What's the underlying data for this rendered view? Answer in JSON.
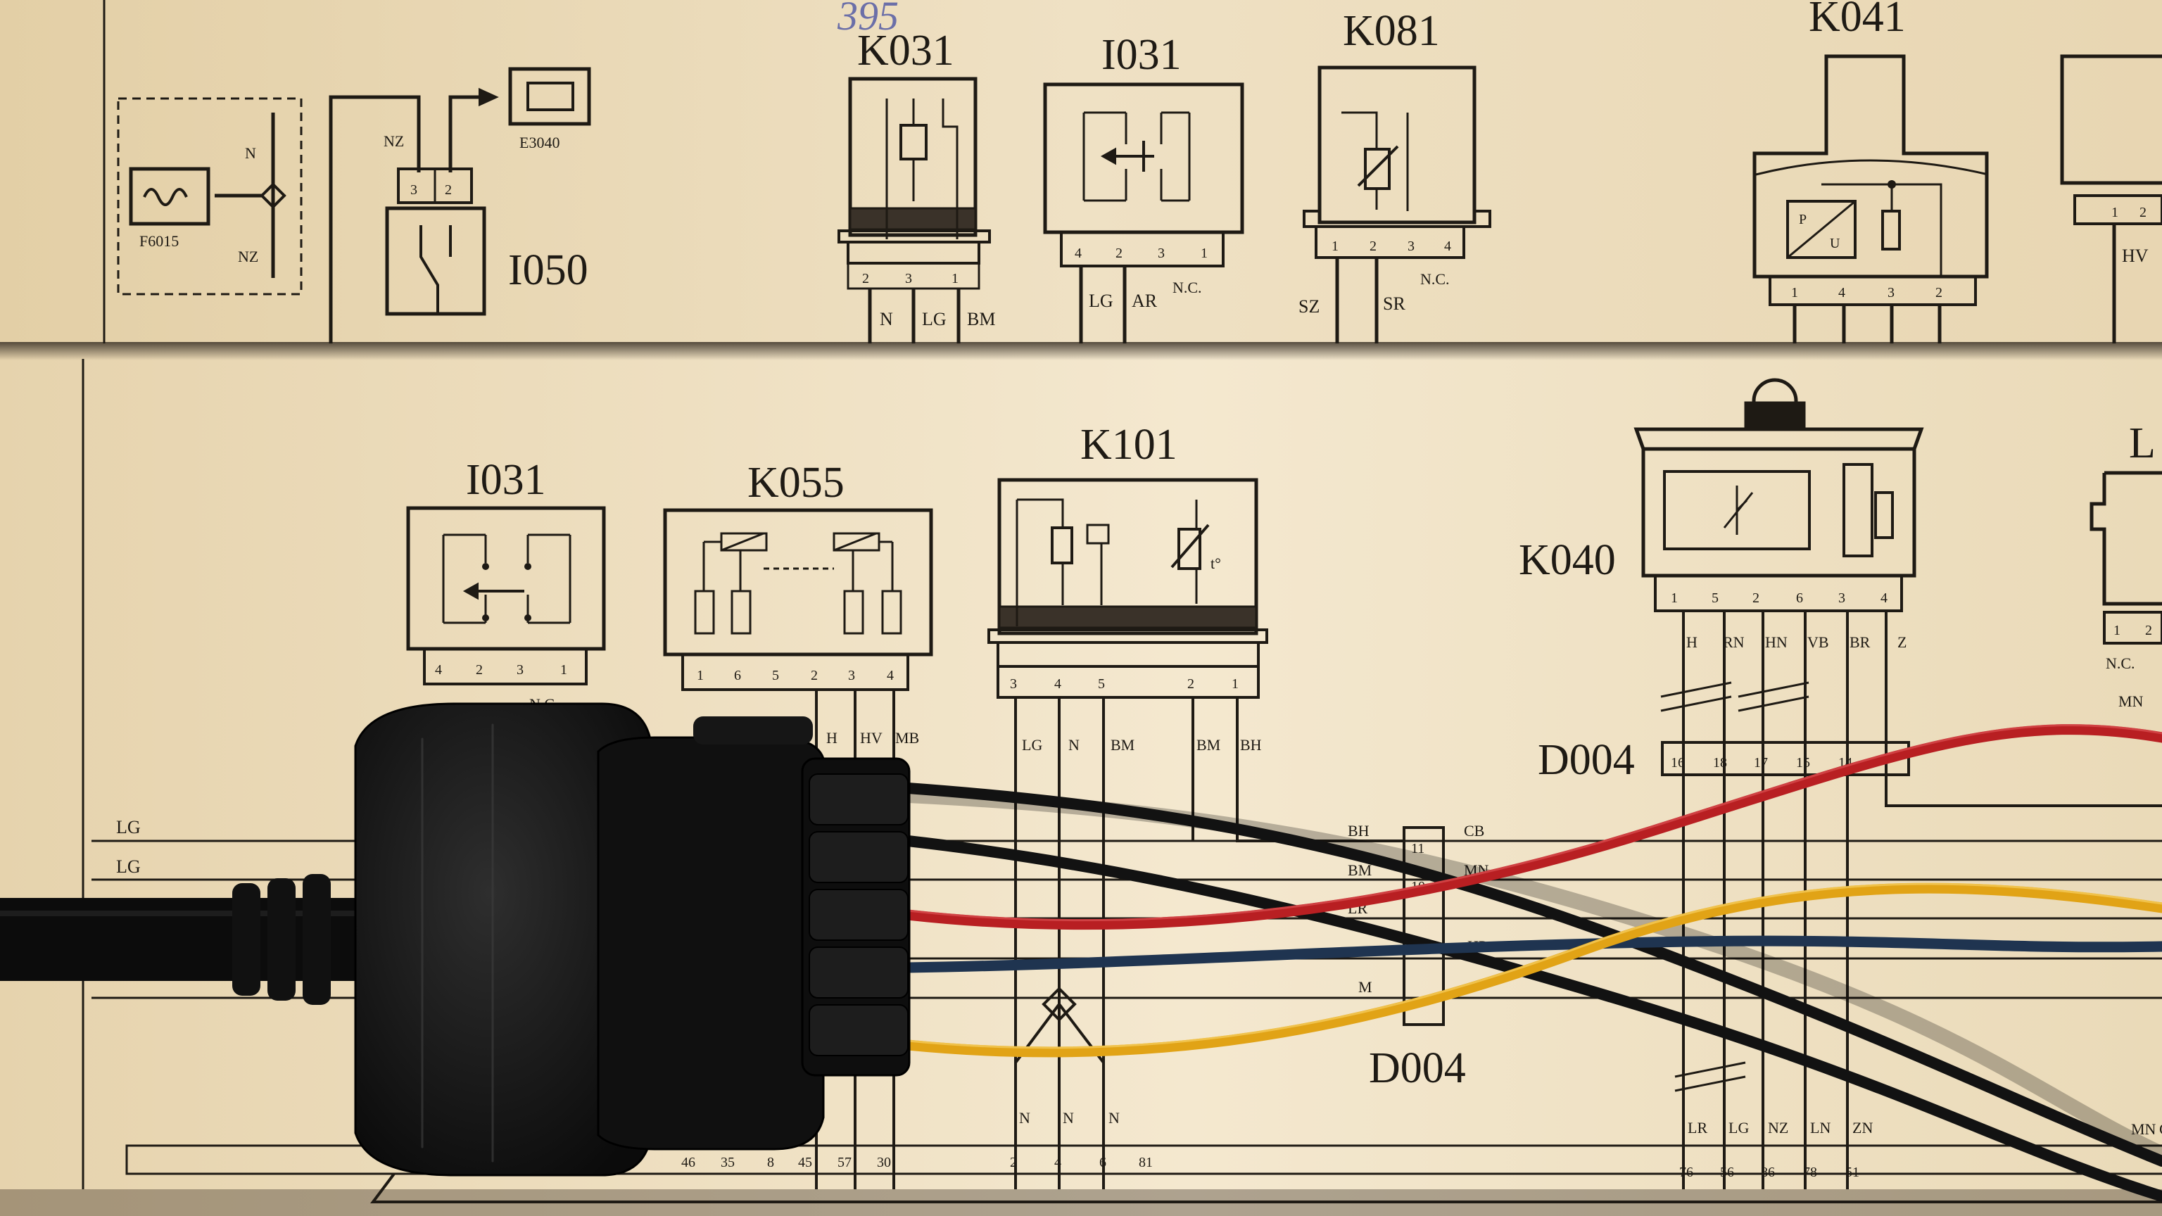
{
  "top_sheet": {
    "handwritten": "395",
    "components": [
      {
        "id": "K031",
        "label": "K031",
        "pins": [
          "2",
          "3",
          "1"
        ],
        "wires": [
          "N",
          "LG",
          "BM"
        ]
      },
      {
        "id": "I031_top",
        "label": "I031",
        "pins": [
          "4",
          "2",
          "3",
          "1"
        ],
        "wires": [
          "LG",
          "AR"
        ],
        "note": "N.C."
      },
      {
        "id": "K081",
        "label": "K081",
        "pins": [
          "1",
          "2",
          "3",
          "4"
        ],
        "wires": [
          "SZ",
          "SR"
        ],
        "note": "N.C."
      },
      {
        "id": "K041",
        "label": "K041",
        "pins": [
          "1",
          "4",
          "3",
          "2"
        ],
        "sensor_letters": [
          "P",
          "U"
        ]
      },
      {
        "id": "I050",
        "label": "I050",
        "pins": [
          "3",
          "2"
        ],
        "wire": "NZ"
      },
      {
        "id": "F6015",
        "label": "F6015",
        "wires": [
          "N",
          "NZ"
        ]
      },
      {
        "id": "E3040",
        "label": "E3040"
      }
    ],
    "edge_fragment": {
      "pins": [
        "1",
        "2"
      ],
      "wire": "HV"
    }
  },
  "bottom_sheet": {
    "components": [
      {
        "id": "I031_bottom",
        "label": "I031",
        "pins": [
          "4",
          "2",
          "3",
          "1"
        ],
        "note": "N.C."
      },
      {
        "id": "K055",
        "label": "K055",
        "pins": [
          "1",
          "6",
          "5",
          "2",
          "3",
          "4"
        ],
        "wires": [
          "H",
          "HV",
          "MB"
        ]
      },
      {
        "id": "K101",
        "label": "K101",
        "pins": [
          "3",
          "4",
          "5",
          "2",
          "1"
        ],
        "wires": [
          "LG",
          "N",
          "BM",
          "BM",
          "BH"
        ],
        "temp_mark": "t°"
      },
      {
        "id": "K040",
        "label": "K040",
        "pins": [
          "1",
          "5",
          "2",
          "6",
          "3",
          "4"
        ],
        "wires": [
          "H",
          "RN",
          "HN",
          "VB",
          "BR",
          "Z"
        ]
      }
    ],
    "d004_upper": {
      "label": "D004",
      "pins": [
        "16",
        "18",
        "17",
        "15",
        "14"
      ]
    },
    "d004_lower": {
      "label": "D004",
      "pins": [
        "11",
        "10"
      ],
      "left_wires": [
        "BH",
        "BM",
        "LR",
        "M"
      ],
      "right_wires": [
        "CB",
        "MN",
        "HP"
      ]
    },
    "left_wires": [
      "LG",
      "LG"
    ],
    "bottom_wires_mid": [
      "N",
      "N",
      "N"
    ],
    "bottom_wires_right": [
      "LR",
      "LG",
      "NZ",
      "LN",
      "ZN"
    ],
    "right_edge": {
      "label_fragment": "L",
      "pins": [
        "1",
        "2"
      ],
      "wires": [
        "N.C.",
        "MN",
        "MN",
        "CB"
      ]
    },
    "ecu_pins_left": [
      "46",
      "35",
      "8",
      "45",
      "57",
      "30"
    ],
    "ecu_pins_mid": [
      "2",
      "4",
      "6",
      "81"
    ],
    "ecu_pins_right": [
      "76",
      "56",
      "86",
      "78",
      "51"
    ]
  },
  "harness": {
    "wire_colors": {
      "black": "#121212",
      "red": "#b81f22",
      "blue": "#1f3450",
      "yellow": "#e1a316"
    },
    "connector_color": "#141414"
  },
  "palette": {
    "paper_top": "#efe1c4",
    "paper_bottom": "#f3e6cc",
    "ink": "#1e1a14"
  }
}
